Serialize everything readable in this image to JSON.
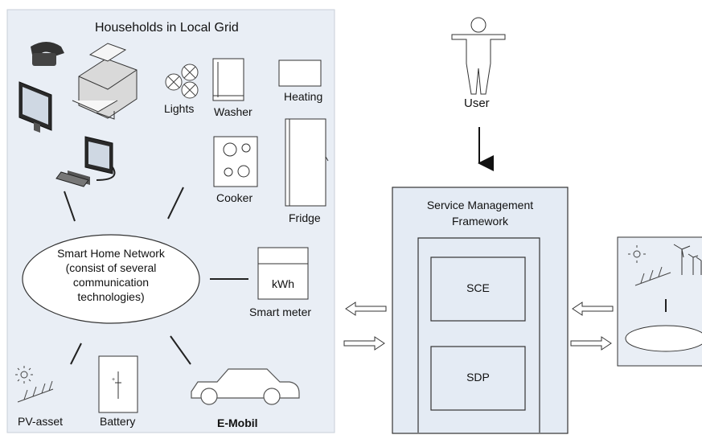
{
  "households": {
    "title": "Households in Local Grid",
    "devices": {
      "lights": "Lights",
      "washer": "Washer",
      "heating": "Heating",
      "cooker": "Cooker",
      "fridge": "Fridge",
      "smart_meter": "Smart meter",
      "meter_unit": "kWh",
      "pv_asset": "PV-asset",
      "battery": "Battery",
      "emobil": "E-Mobil"
    },
    "network": {
      "line1": "Smart Home Network",
      "line2": "(consist of several",
      "line3": "communication",
      "line4": "technologies)"
    }
  },
  "user": {
    "label": "User"
  },
  "framework": {
    "title_line1": "Service Management",
    "title_line2": "Framework",
    "sce": "SCE",
    "sdp": "SDP"
  },
  "colors": {
    "panel_bg": "#e9eef5",
    "box_bg": "#e4ebf4",
    "stroke": "#333333"
  }
}
